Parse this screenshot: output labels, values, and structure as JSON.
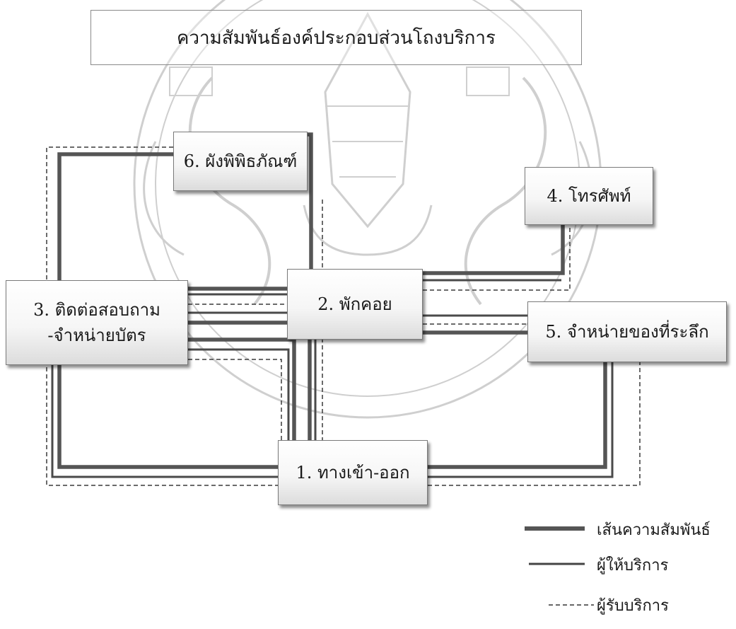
{
  "title": "ความสัมพันธ์องค์ประกอบส่วนโถงบริการ",
  "nodes": {
    "entrance": "1. ทางเข้า-ออก",
    "lounge": "2. พักคอย",
    "info_line1": "3. ติดต่อสอบถาม",
    "info_line2": "-จำหน่ายบัตร",
    "telephone": "4. โทรศัพท์",
    "souvenir": "5. จำหน่ายของที่ระลึก",
    "diorama": "6. ผังพิพิธภัณฑ์"
  },
  "legend": {
    "relation": "เส้นความสัมพันธ์",
    "provider": "ผู้ให้บริการ",
    "receiver": "ผู้รับบริการ"
  },
  "colors": {
    "relation_line": "#555555",
    "provider_line": "#444444",
    "receiver_line": "#333333",
    "watermark": "#c8c8c8"
  }
}
